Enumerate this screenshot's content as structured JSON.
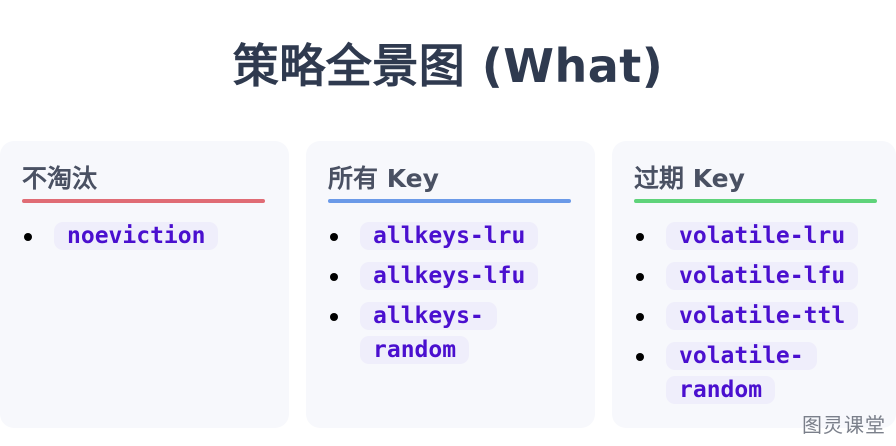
{
  "title": "策略全景图 (What)",
  "columns": [
    {
      "heading": "不淘汰",
      "accent_color": "#e06c75",
      "items": [
        "noeviction"
      ]
    },
    {
      "heading": "所有 Key",
      "accent_color": "#6b9ae8",
      "items": [
        "allkeys-lru",
        "allkeys-lfu",
        "allkeys-random"
      ]
    },
    {
      "heading": "过期 Key",
      "accent_color": "#5fd37a",
      "items": [
        "volatile-lru",
        "volatile-lfu",
        "volatile-ttl",
        "volatile-random"
      ]
    }
  ],
  "watermark": "图灵课堂",
  "colors": {
    "title": "#2f3a4f",
    "card_background": "#f7f8fc",
    "code_text": "#4a0fcf",
    "code_chip_background": "#efeefb"
  }
}
